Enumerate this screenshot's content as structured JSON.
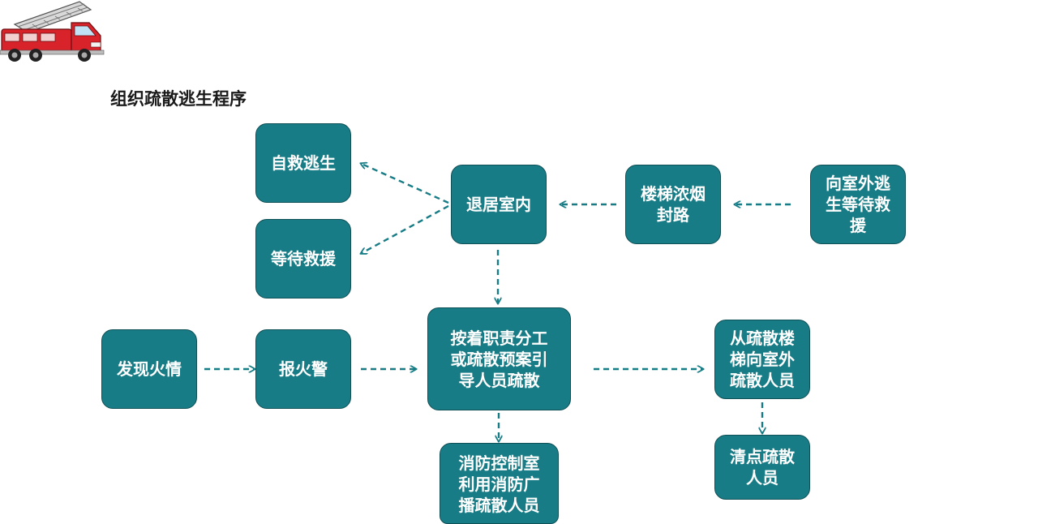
{
  "title": "组织疏散逃生程序",
  "nodes": {
    "self_rescue": "自救逃生",
    "wait_rescue": "等待救援",
    "retreat_indoors": "退居室内",
    "stair_smoke": "楼梯浓烟\n封路",
    "escape_outdoor_wait": "向室外逃\n生等待救\n援",
    "discover_fire": "发现火情",
    "report_fire": "报火警",
    "guide_evacuation": "按着职责分工\n或疏散预案引\n导人员疏散",
    "evacuate_via_stairs": "从疏散楼\n梯向室外\n疏散人员",
    "count_people": "清点疏散\n人员",
    "control_room_broadcast": "消防控制室\n利用消防广\n播疏散人员"
  },
  "colors": {
    "node_fill": "#177c85",
    "node_border": "#0f4f56",
    "arrow": "#177c85",
    "title": "#1a1a1a"
  },
  "logo_icon": "fire-truck-icon"
}
